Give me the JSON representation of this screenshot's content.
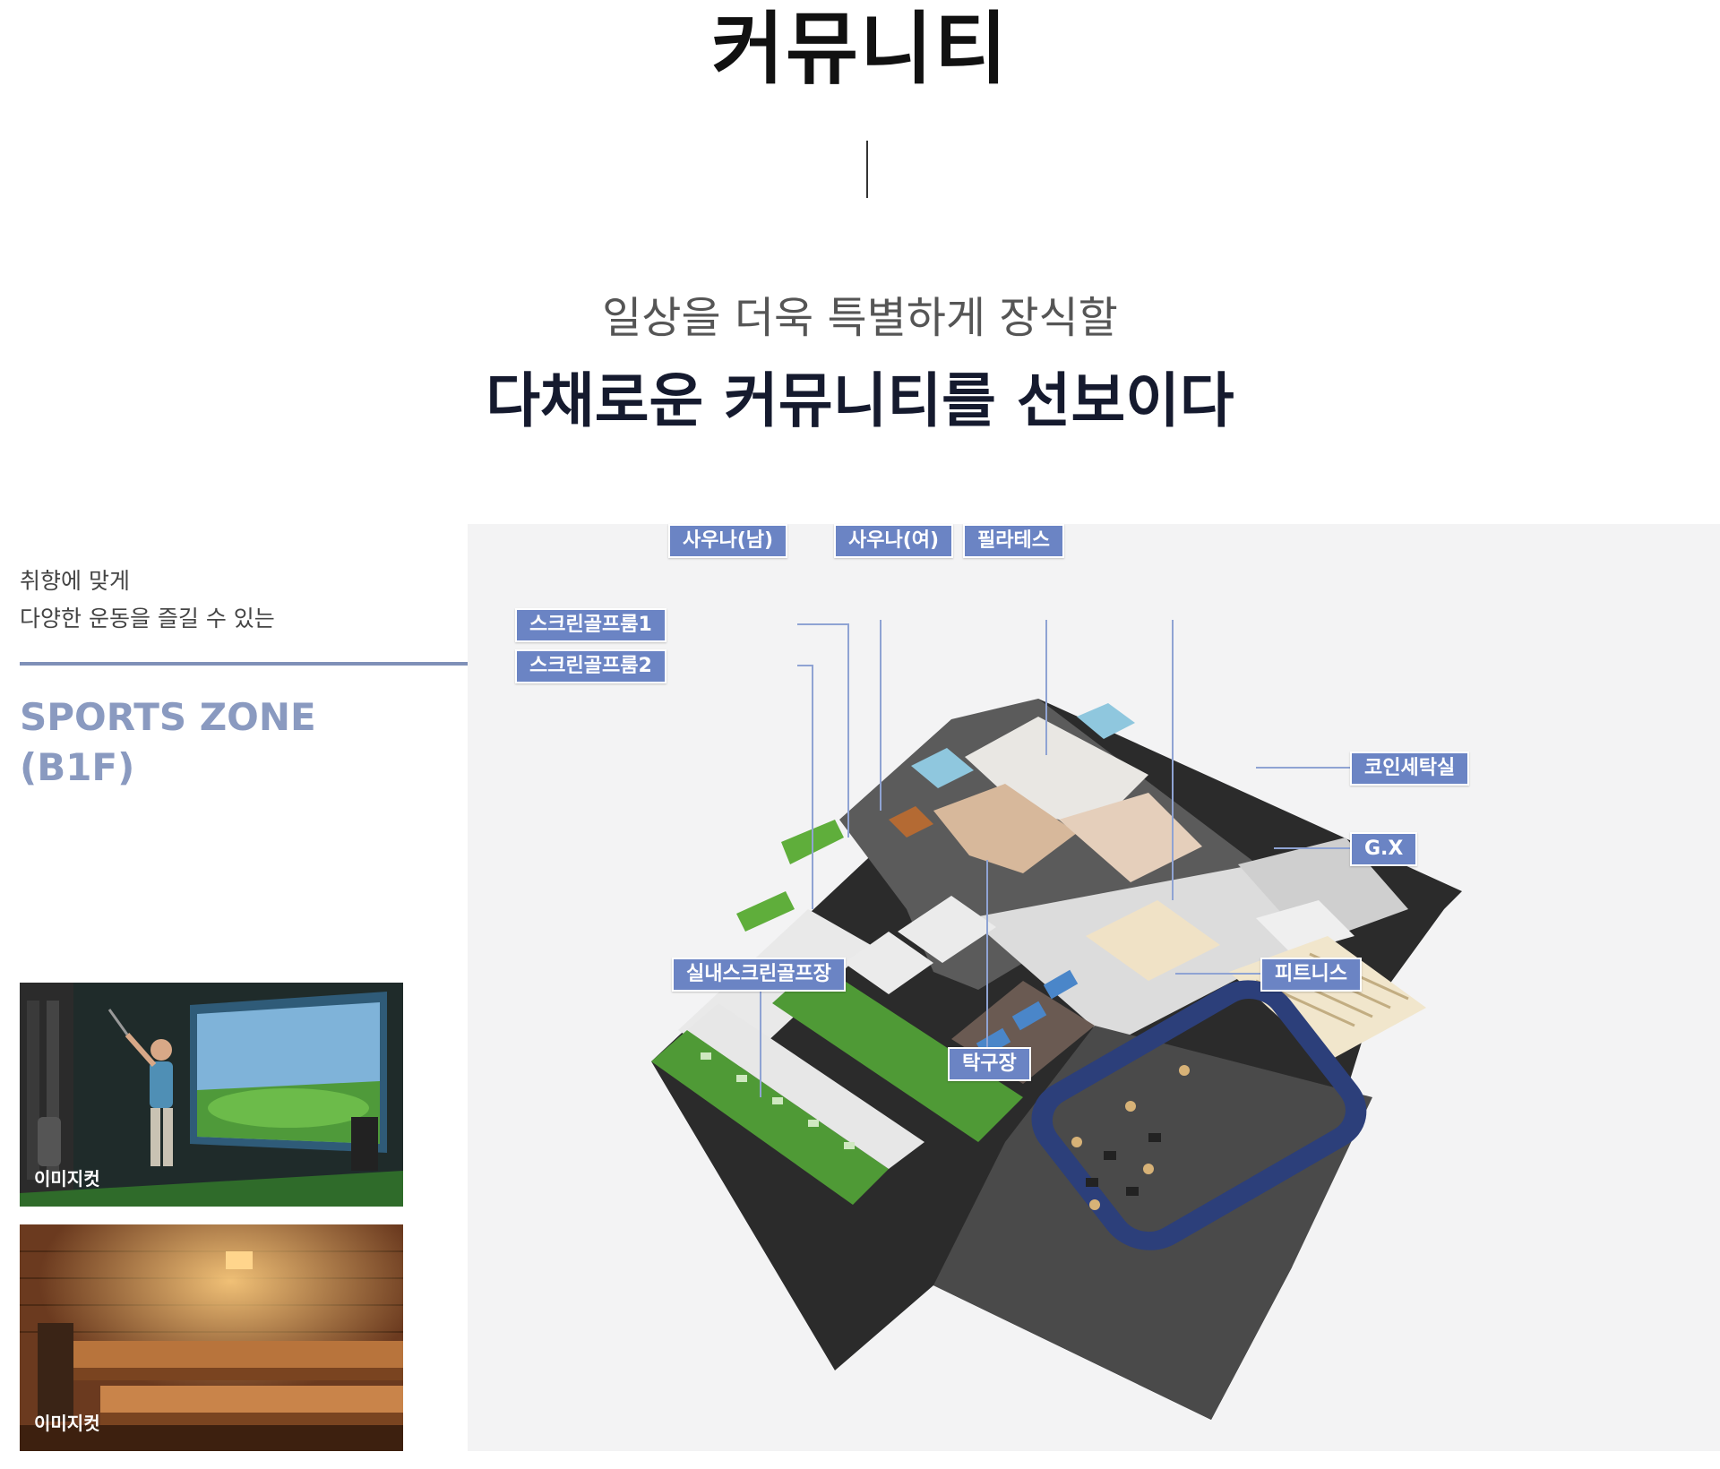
{
  "header": {
    "title": "커뮤니티",
    "subtitle_line1": "일상을 더욱 특별하게 장식할",
    "subtitle_line2": "다채로운 커뮤니티를 선보이다"
  },
  "zone": {
    "intro_line1": "취향에 맞게",
    "intro_line2": "다양한 운동을 즐길 수 있는",
    "name": "SPORTS ZONE",
    "floor": "(B1F)",
    "accent_color": "#7f90b8"
  },
  "photos": [
    {
      "caption": "이미지컷",
      "icon": "golf-simulator-photo"
    },
    {
      "caption": "이미지컷",
      "icon": "sauna-photo"
    }
  ],
  "floorplan": {
    "label_color": "#6b84c4",
    "labels": {
      "sauna_men": "사우나(남)",
      "sauna_women": "사우나(여)",
      "pilates": "필라테스",
      "golf_room1": "스크린골프룸1",
      "golf_room2": "스크린골프룸2",
      "coin_laundry": "코인세탁실",
      "gx": "G.X",
      "fitness": "피트니스",
      "indoor_golf": "실내스크린골프장",
      "table_tennis": "탁구장"
    }
  }
}
